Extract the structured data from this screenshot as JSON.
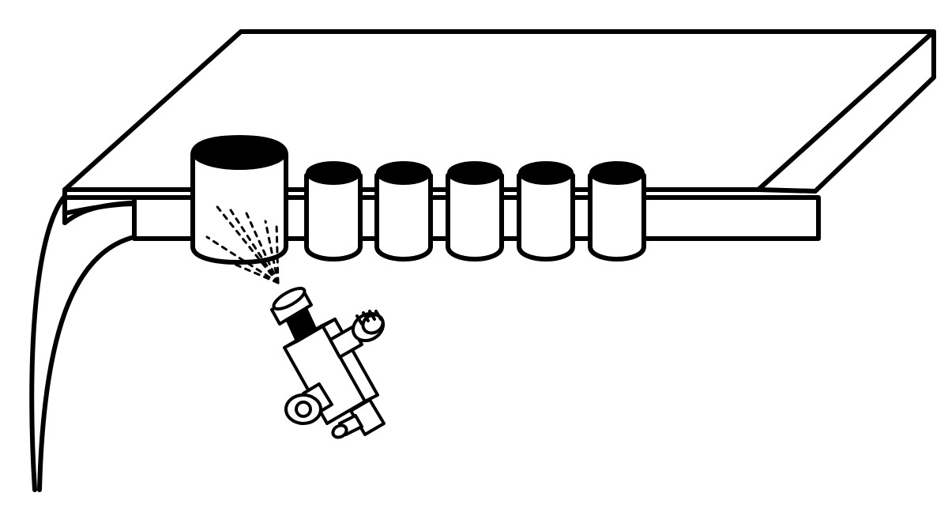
{
  "figure": {
    "colors": {
      "line": "#000000",
      "fill": "#ffffff",
      "cup_opening": "#000000"
    },
    "cup_count": 6,
    "components": [
      "ceiling-panel",
      "crossbar",
      "feed-hoses",
      "cups",
      "spray-mist",
      "nozzle-valve"
    ]
  }
}
